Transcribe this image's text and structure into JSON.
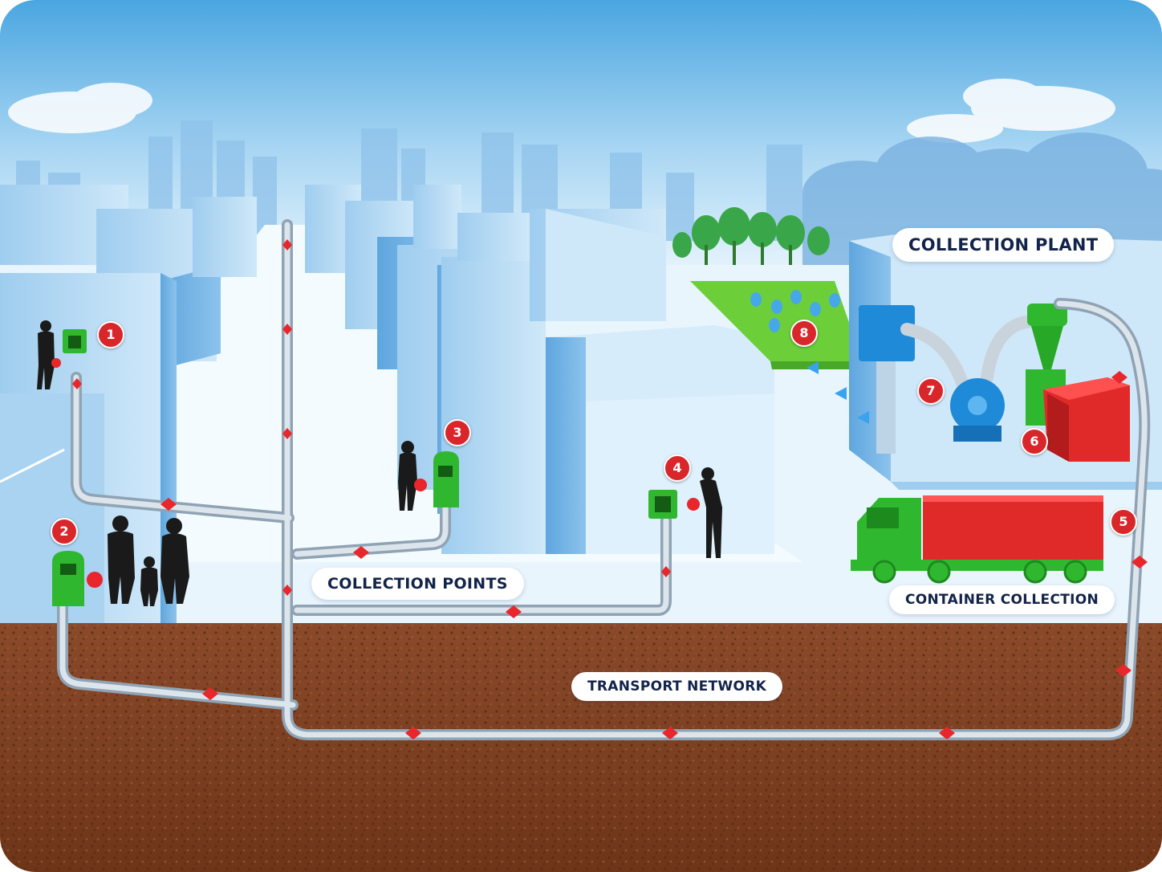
{
  "labels": {
    "collection_plant": "COLLECTION PLANT",
    "collection_points": "COLLECTION POINTS",
    "container_collection": "CONTAINER COLLECTION",
    "transport_network": "TRANSPORT NETWORK"
  },
  "markers": [
    "1",
    "2",
    "3",
    "4",
    "5",
    "6",
    "7",
    "8"
  ],
  "colors": {
    "sky_top": "#4aa6e0",
    "building": "#bfe0f6",
    "soil": "#7a3e22",
    "pipe": "#c9d3dc",
    "waste_packet": "#e8262b",
    "inlet_green": "#2fb82f",
    "container_red": "#e02a2a",
    "badge_red": "#d9262b",
    "label_text": "#12244a"
  },
  "icons": [
    "inlet-icon",
    "truck-icon",
    "cyclone-separator-icon",
    "fan-icon",
    "filter-icon",
    "tree-icon",
    "person-icon"
  ]
}
